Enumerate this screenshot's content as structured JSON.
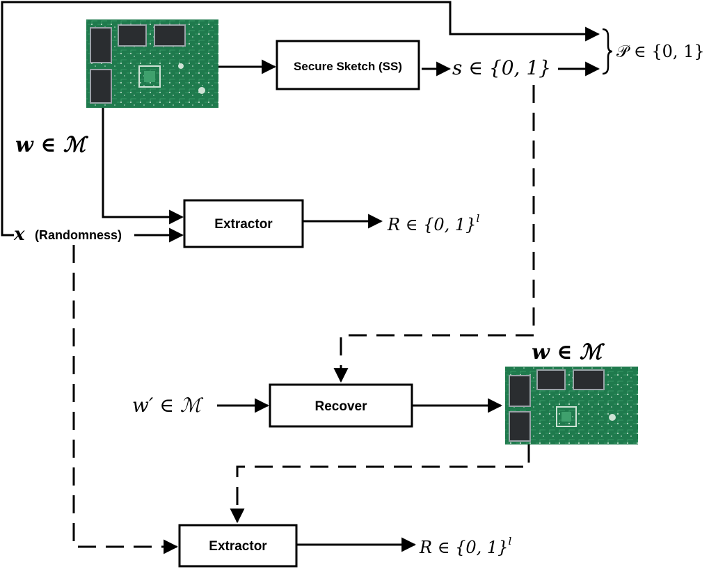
{
  "boxes": {
    "secure_sketch": "Secure Sketch (SS)",
    "extractor_top": "Extractor",
    "recover": "Recover",
    "extractor_bottom": "Extractor"
  },
  "labels": {
    "w_top": "w ∈ ℳ",
    "w_right": "w ∈ ℳ",
    "w_prime": "w′ ∈ ℳ",
    "x_var": "x",
    "randomness": "(Randomness)",
    "s_out": "s ∈ {0, 1}",
    "p_out": "𝒫 ∈ {0, 1}",
    "r_top_base": "R ∈ {0, 1}",
    "r_top_sup": "l",
    "r_bottom_base": "R ∈ {0, 1}",
    "r_bottom_sup": "l"
  },
  "colors": {
    "line": "#000000",
    "pcb_green": "#1f7a4d",
    "pcb_dark": "#145a38",
    "chip": "#2a2d30",
    "chip_edge": "#9aa3a8"
  },
  "icons": {
    "pcb_top": "circuit-board-image",
    "pcb_right": "circuit-board-image"
  }
}
